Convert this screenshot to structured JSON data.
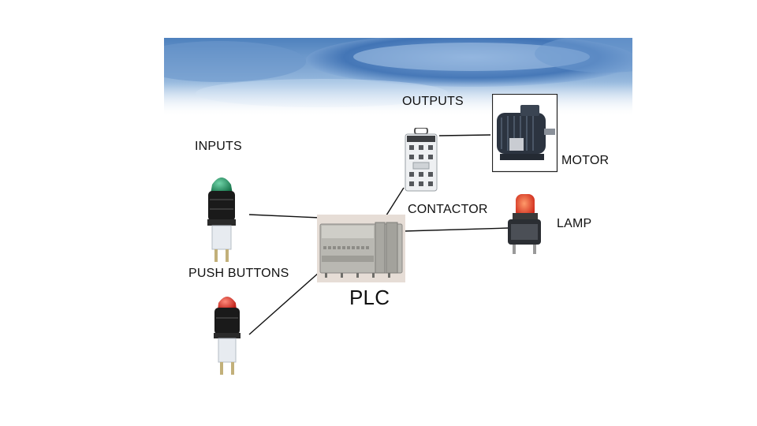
{
  "labels": {
    "outputs": "OUTPUTS",
    "inputs": "INPUTS",
    "motor": "MOTOR",
    "contactor": "CONTACTOR",
    "lamp": "LAMP",
    "push_buttons": "PUSH BUTTONS",
    "plc": "PLC"
  },
  "icons": {
    "banner": "water-ripple-banner",
    "green_button": "green-push-button-icon",
    "red_button": "red-push-button-icon",
    "plc": "plc-unit-icon",
    "contactor": "contactor-icon",
    "motor": "electric-motor-icon",
    "lamp": "red-indicator-lamp-icon"
  },
  "colors": {
    "banner": "#5f8fc4",
    "green_cap": "#1f8a5a",
    "red_cap": "#d8241c",
    "lamp_cap": "#e8301c",
    "wire": "#111111"
  }
}
